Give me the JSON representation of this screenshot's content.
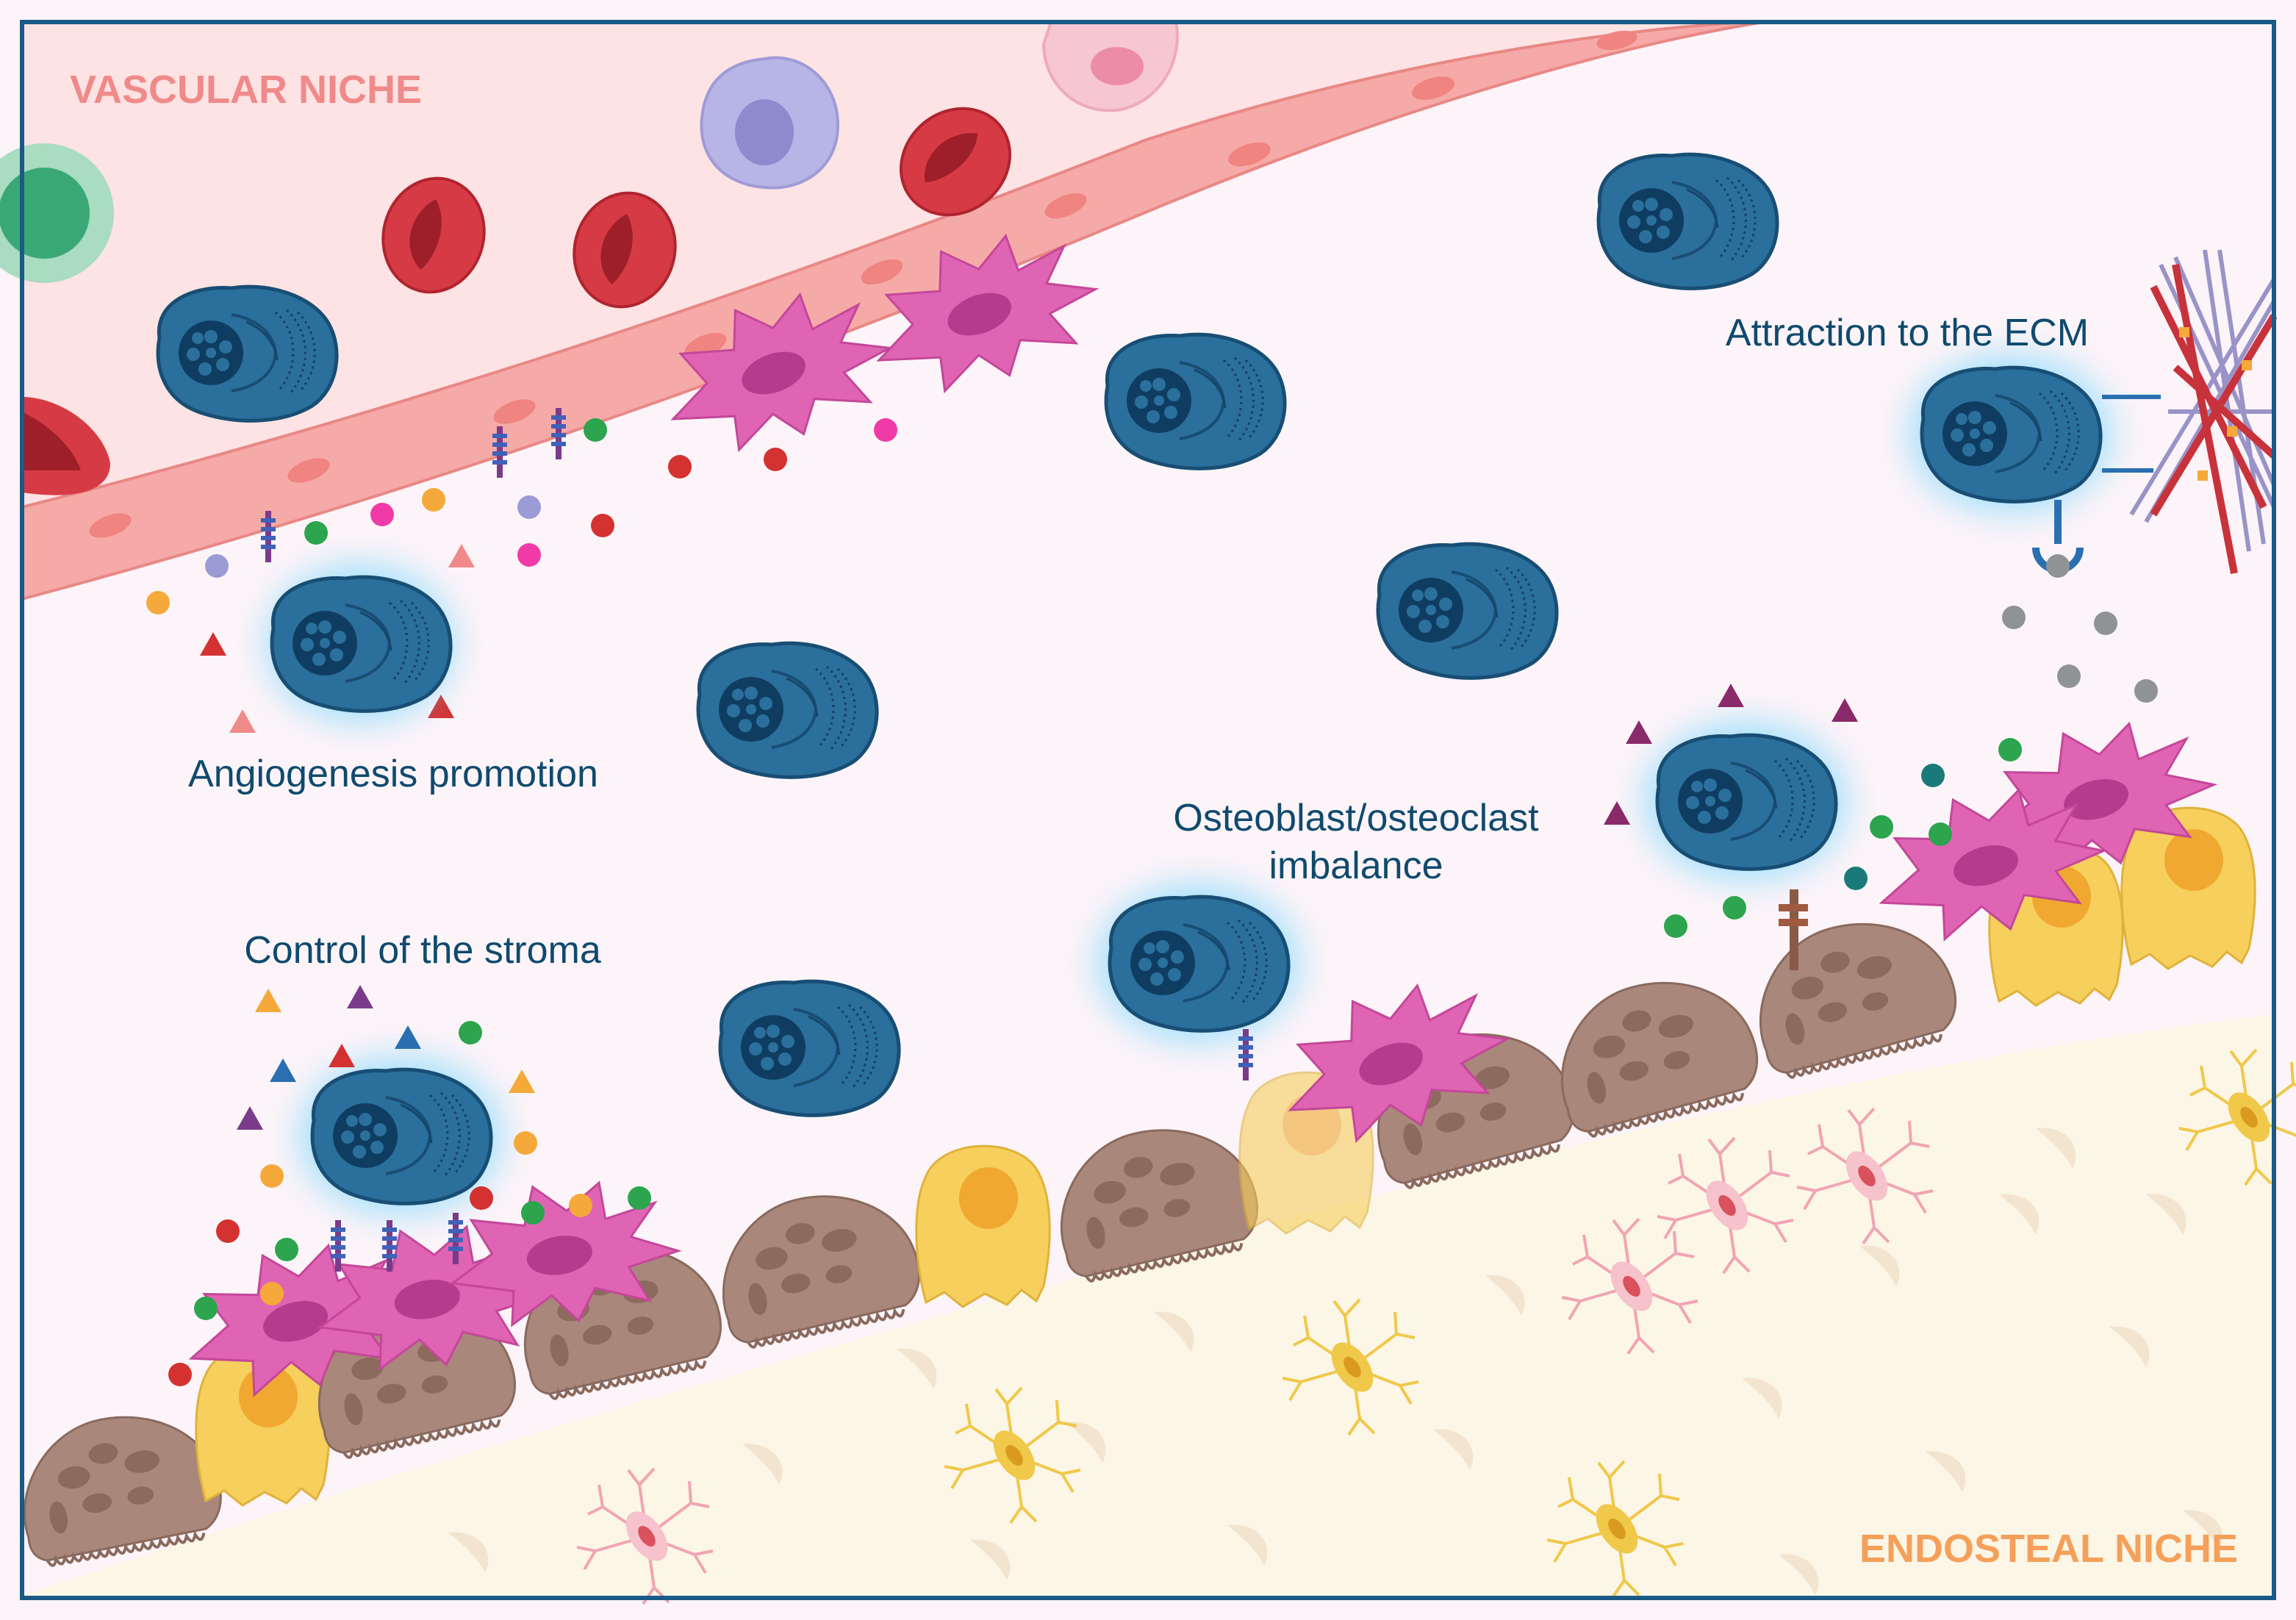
{
  "labels": {
    "vascular_niche": "VASCULAR NICHE",
    "endosteal_niche": "ENDOSTEAL NICHE",
    "angiogenesis": "Angiogenesis promotion",
    "stroma": "Control of the stroma",
    "imbalance_line1": "Osteoblast/osteoclast",
    "imbalance_line2": "imbalance",
    "ecm": "Attraction to the ECM"
  },
  "colors": {
    "vascular_label": "#f08a8a",
    "endosteal_label": "#f5a05a",
    "process_label": "#0f4a6e",
    "frame": "#1b5a86",
    "background": "#fcf4f8",
    "bone": "#fbf6e6",
    "vessel_lumen": "#fde3e3",
    "vessel_wall": "#f6aaa8",
    "tumor_cell": "#2b6f9c",
    "tumor_nucleus": "#0f3d61",
    "red_blood_cell": "#d63b45",
    "stromal_cell": "#e064b4",
    "osteoblast": "#a9877a",
    "osteoclast": "#f6cf5c",
    "osteocyte_yellow": "#f0c84a",
    "osteocyte_pink": "#f1a4b4"
  },
  "icons": [
    "tumor-cell-icon",
    "red-blood-cell-icon",
    "stromal-cell-icon",
    "osteoblast-icon",
    "osteoclast-icon",
    "osteocyte-icon",
    "cytokine-dot-icon",
    "receptor-icon",
    "ecm-fiber-icon"
  ]
}
